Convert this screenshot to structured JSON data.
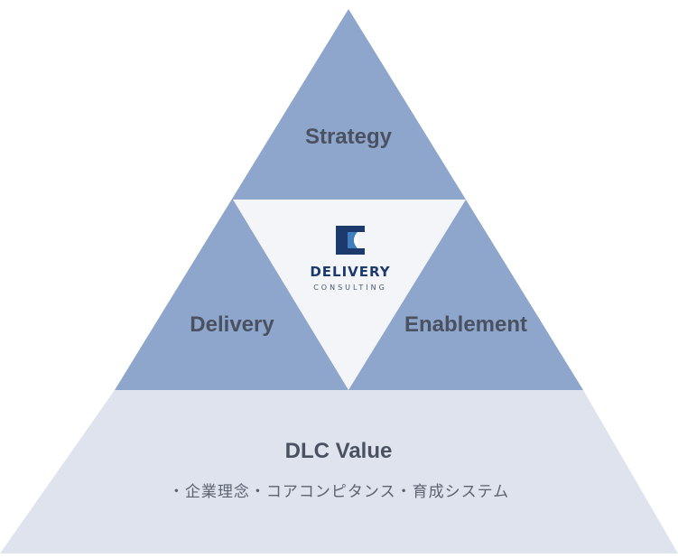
{
  "diagram": {
    "segments": {
      "strategy": "Strategy",
      "delivery": "Delivery",
      "enablement": "Enablement",
      "value_title": "DLC Value",
      "value_subtitle": "・企業理念・コアコンピタンス・育成システム"
    },
    "logo": {
      "name": "DELIVERY",
      "subname": "CONSULTING"
    },
    "colors": {
      "upper_tiers": "#8fa6cc",
      "base_tier": "#dfe3ee",
      "center_triangle": "#f3f5f9",
      "label_text": "#4a5160",
      "logo_blue": "#1d3a6c"
    }
  }
}
